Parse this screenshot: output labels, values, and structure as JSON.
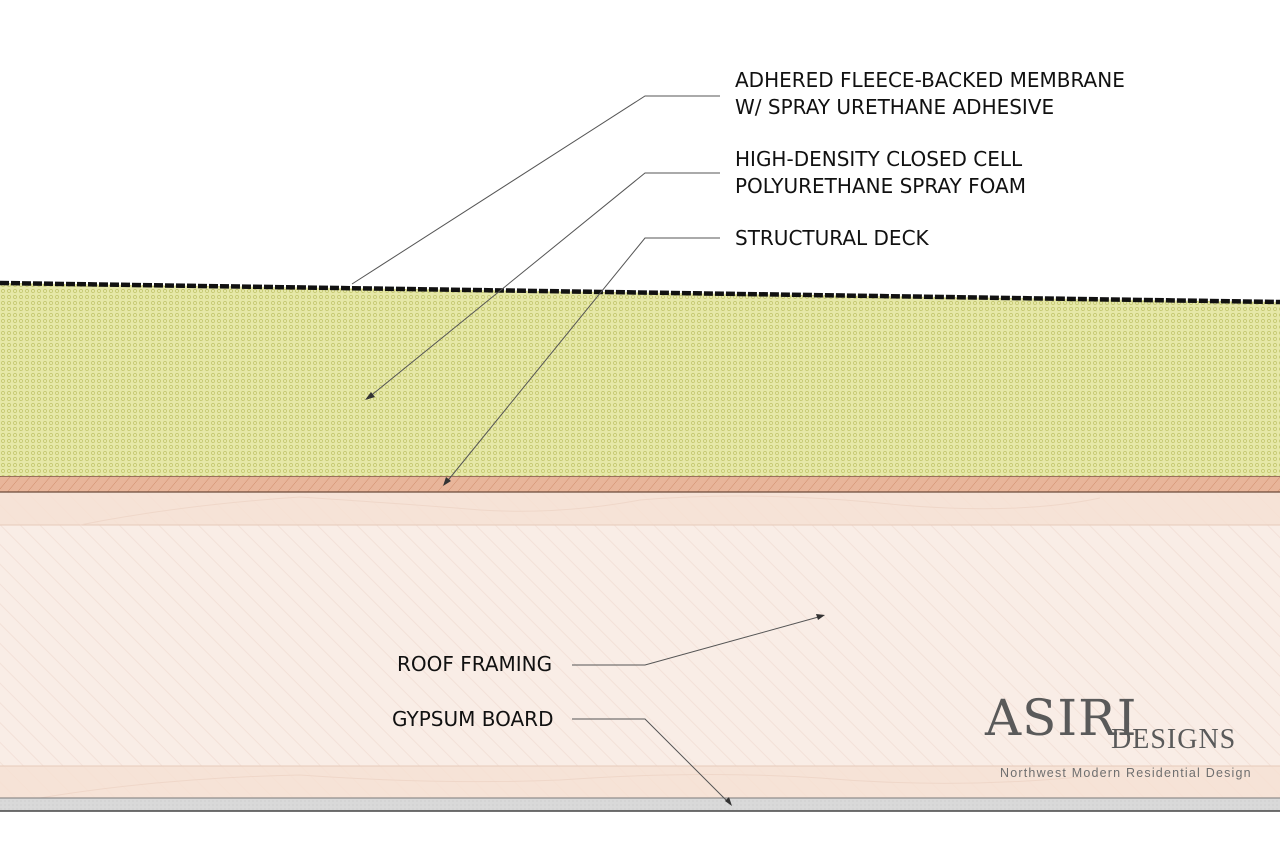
{
  "labels": {
    "membrane": {
      "line1": "ADHERED FLEECE-BACKED MEMBRANE",
      "line2": "W/ SPRAY URETHANE ADHESIVE"
    },
    "foam": {
      "line1": "HIGH-DENSITY CLOSED CELL",
      "line2": "POLYURETHANE SPRAY FOAM"
    },
    "deck": "STRUCTURAL DECK",
    "framing": "ROOF FRAMING",
    "gypsum": "GYPSUM BOARD"
  },
  "logo": {
    "main": "ASIRI",
    "sub": "DESIGNS",
    "tagline": "Northwest Modern Residential Design"
  },
  "colors": {
    "foam": "#e6e8a8",
    "foam_dot": "#b9bd5e",
    "deck": "#e8b59a",
    "deck_hatch": "#c9825f",
    "framing": "#f9ede6",
    "framing_band": "#f6e0d3",
    "gypsum": "#d9d9d9",
    "membrane": "#111111",
    "leader": "#444444"
  }
}
